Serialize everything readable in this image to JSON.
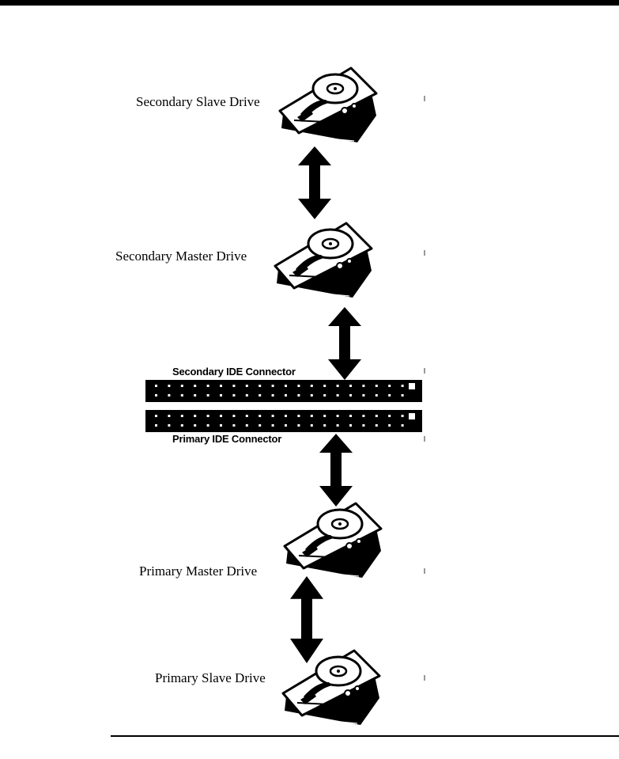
{
  "diagram": {
    "drives": [
      {
        "id": "secondary-slave",
        "label": "Secondary Slave Drive"
      },
      {
        "id": "secondary-master",
        "label": "Secondary Master Drive"
      },
      {
        "id": "primary-master",
        "label": "Primary Master Drive"
      },
      {
        "id": "primary-slave",
        "label": "Primary Slave Drive"
      }
    ],
    "connectors": [
      {
        "id": "secondary",
        "label": "Secondary IDE Connector"
      },
      {
        "id": "primary",
        "label": "Primary IDE Connector"
      }
    ],
    "icon_names": [
      "hard-drive-icon",
      "double-arrow-icon",
      "ide-connector-icon"
    ],
    "colors": {
      "ink": "#000000",
      "paper": "#ffffff"
    }
  }
}
